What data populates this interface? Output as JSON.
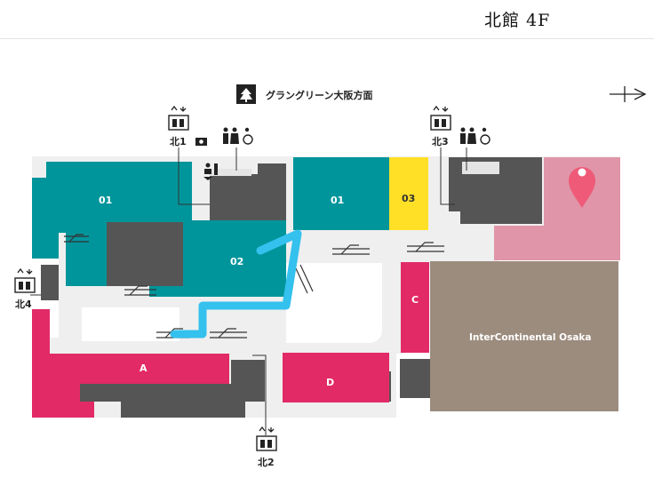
{
  "header": {
    "floor_title": "北館 4F"
  },
  "direction": {
    "label": "グラングリーン大阪方面",
    "icon": "tree-icon"
  },
  "areas": {
    "north_01_left": "01",
    "north_01_right": "01",
    "north_02": "02",
    "north_03": "03",
    "A": "A",
    "C": "C",
    "D": "D",
    "hotel": "InterContinental Osaka"
  },
  "elevators": {
    "n1": "北1",
    "n2": "北2",
    "n3": "北3",
    "n4": "北4"
  },
  "icons": {
    "elevator": "elevator-icon",
    "restroom": "restroom-icon",
    "wheelchair": "accessible-restroom-icon",
    "baby": "baby-care-icon",
    "camera": "photo-spot-icon",
    "escalator": "escalator-icon",
    "pin": "location-pin-icon",
    "north": "north-arrow-icon"
  },
  "colors": {
    "teal": "#00959b",
    "magenta": "#e22a67",
    "yellow": "#ffe027",
    "taupe": "#9c8c7e",
    "pink_area": "#e095a8",
    "pin": "#ee5a78",
    "dark_gray": "#555555",
    "route": "#34c1ee",
    "walkway": "#efefef"
  }
}
